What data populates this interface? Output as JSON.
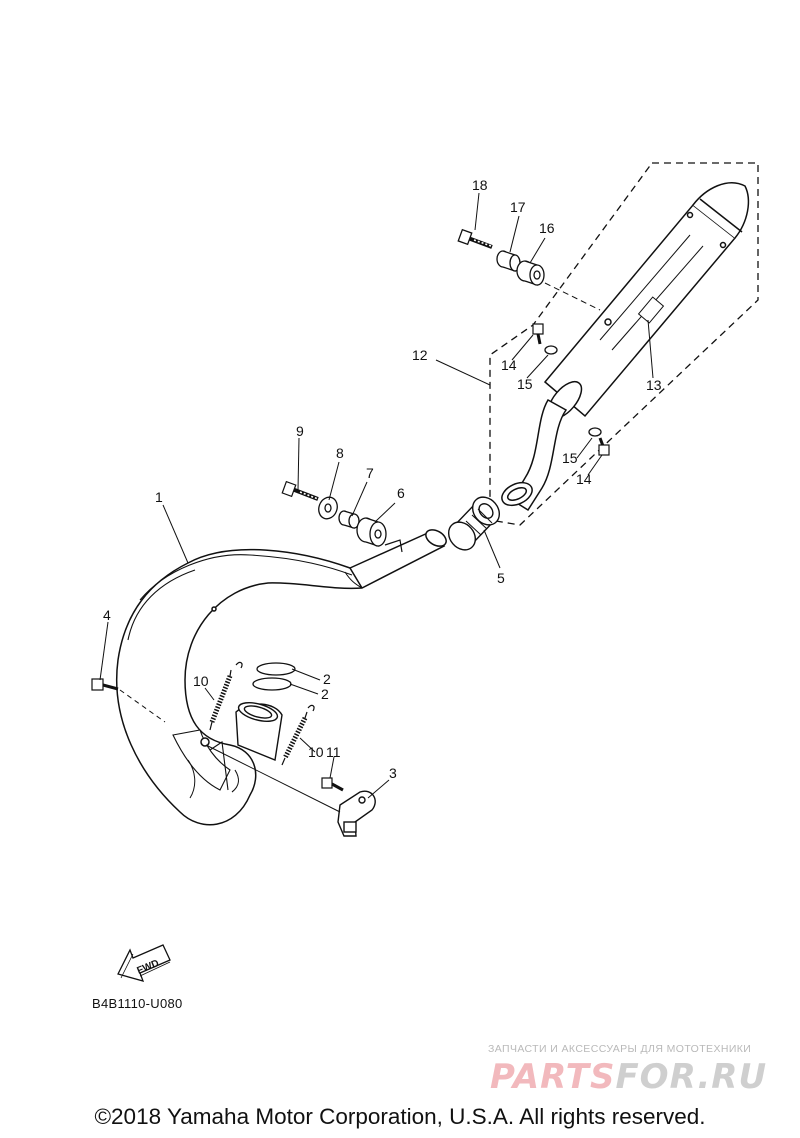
{
  "diagram": {
    "callouts": {
      "c1": "1",
      "c2a": "2",
      "c2b": "2",
      "c3": "3",
      "c4": "4",
      "c5": "5",
      "c6": "6",
      "c7": "7",
      "c8": "8",
      "c9": "9",
      "c10a": "10",
      "c10b": "10",
      "c11": "11",
      "c12": "12",
      "c13": "13",
      "c14a": "14",
      "c14b": "14",
      "c15a": "15",
      "c15b": "15",
      "c16": "16",
      "c17": "17",
      "c18": "18"
    },
    "fwd_label": "FWD",
    "diagram_code": "B4B1110-U080"
  },
  "watermark": {
    "subtitle": "ЗАПЧАСТИ И АКСЕССУАРЫ ДЛЯ МОТОТЕХНИКИ",
    "logo_part1": "PARTS",
    "logo_part2": "FOR.RU"
  },
  "footer": {
    "copyright": "©2018 Yamaha Motor Corporation, U.S.A. All rights reserved."
  }
}
